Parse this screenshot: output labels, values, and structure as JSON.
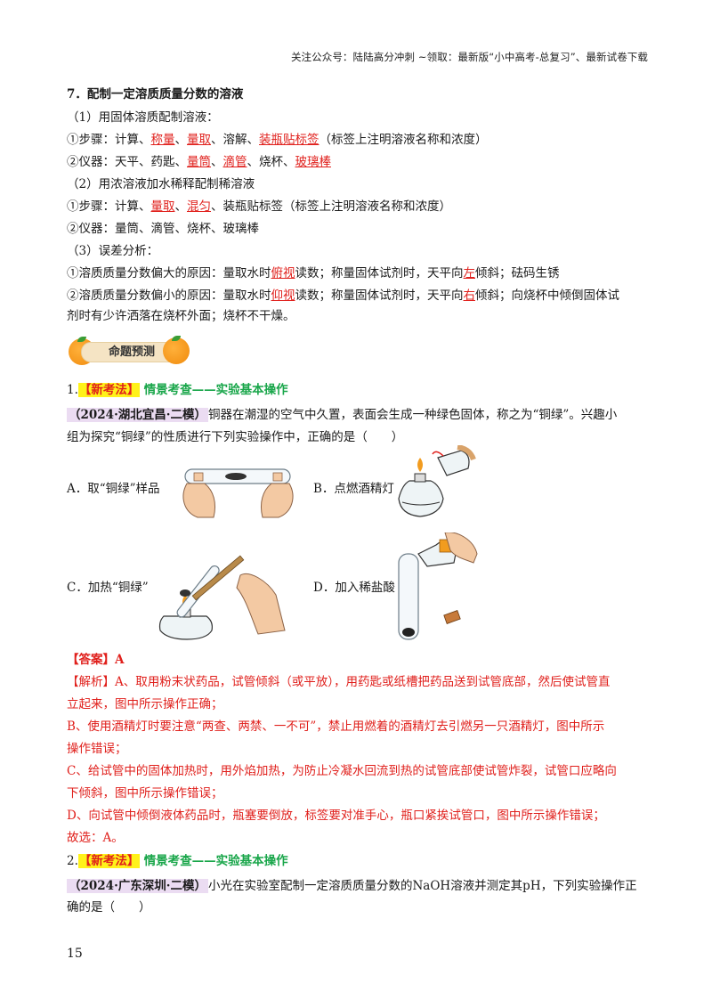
{
  "header": {
    "text": "关注公众号：陆陆高分冲刺  ~领取：最新版“小中高考-总复习”、最新试卷下载"
  },
  "section": {
    "title": "7．配制一定溶质质量分数的溶液",
    "p1_head": "（1）用固体溶质配制溶液：",
    "p1_steps": [
      "①步骤：计算、",
      "称量",
      "、",
      "量取",
      "、溶解、",
      "装瓶贴标签",
      "（标签上注明溶液名称和浓度）"
    ],
    "p1_tools": [
      "②仪器：天平、药匙、",
      "量筒",
      "、",
      "滴管",
      "、烧杯、",
      "玻璃棒"
    ],
    "p2_head": "（2）用浓溶液加水稀释配制稀溶液",
    "p2_steps": [
      "①步骤：计算、",
      "量取",
      "、",
      "混匀",
      "、装瓶贴标签（标签上注明溶液名称和浓度）"
    ],
    "p2_tools": "②仪器：量筒、滴管、烧杯、玻璃棒",
    "p3_head": "（3）误差分析：",
    "p3_big": [
      "①溶质质量分数偏大的原因：量取水时",
      "俯视",
      "读数；称量固体试剂时，天平向",
      "左",
      "倾斜；砝码生锈"
    ],
    "p3_small": [
      "②溶质质量分数偏小的原因：量取水时",
      "仰视",
      "读数；称量固体试剂时，天平向",
      "右",
      "倾斜；向烧杯中倾倒固体试"
    ],
    "p3_small2": "剂时有少许洒落在烧杯外面；烧杯不干燥。"
  },
  "banner": {
    "label": "命题预测"
  },
  "q1": {
    "num": "1.",
    "tag": "【新考法】",
    "topic": "情景考查——实验基本操作",
    "source": "（2024·湖北宜昌·二模）",
    "stem1": "铜器在潮湿的空气中久置，表面会生成一种绿色固体，称之为“铜绿”。兴趣小",
    "stem2": "组为探究“铜绿”的性质进行下列实验操作中，正确的是（　　）",
    "choices": {
      "a": "A．取“铜绿”样品",
      "b": "B．点燃酒精灯",
      "c": "C．加热“铜绿”",
      "d": "D．加入稀盐酸"
    },
    "answer": "【答案】A",
    "analysis": [
      "【解析】A、取用粉末状药品，试管倾斜（或平放），用药匙或纸槽把药品送到试管底部，然后使试管直",
      "立起来，图中所示操作正确；",
      "B、使用酒精灯时要注意“两查、两禁、一不可”，禁止用燃着的酒精灯去引燃另一只酒精灯，图中所示",
      "操作错误；",
      "C、给试管中的固体加热时，用外焰加热，为防止冷凝水回流到热的试管底部使试管炸裂，试管口应略向",
      "下倾斜，图中所示操作错误；",
      "D、向试管中倾倒液体药品时，瓶塞要倒放，标签要对准手心，瓶口紧挨试管口，图中所示操作错误；",
      "故选：A。"
    ]
  },
  "q2": {
    "num": "2.",
    "tag": "【新考法】",
    "topic": "情景考查——实验基本操作",
    "source": "（2024·广东深圳·二模）",
    "stem1": "小光在实验室配制一定溶质质量分数的NaOH溶液并测定其pH，下列实验操作正",
    "stem2": "确的是（　　）"
  },
  "page_number": "15"
}
